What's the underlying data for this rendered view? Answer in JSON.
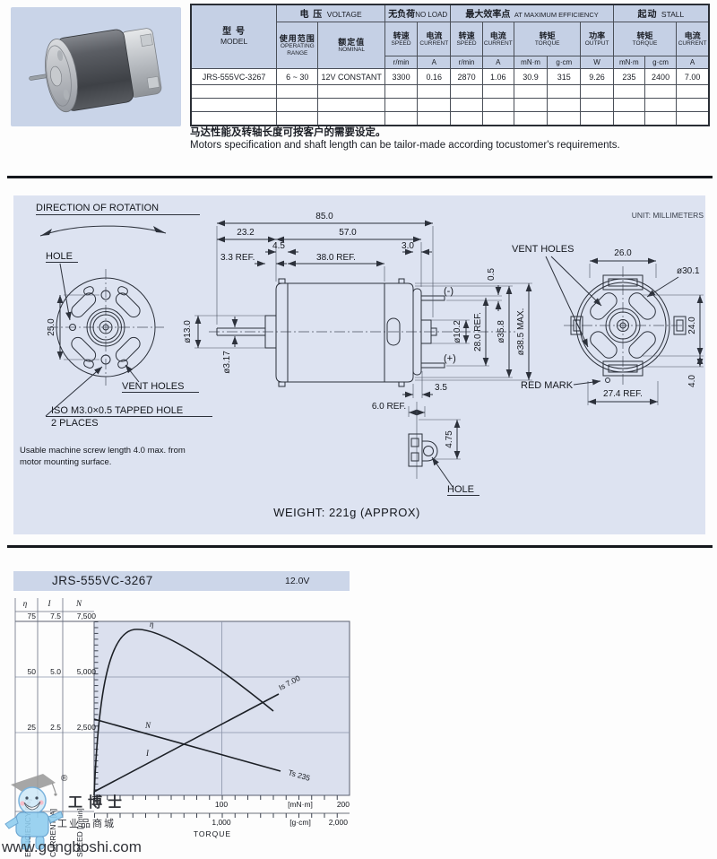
{
  "spec_table": {
    "model_zh": "型 号",
    "model_en": "MODEL",
    "voltage_zh": "电 压",
    "voltage_en": "VOLTAGE",
    "noload_zh": "无负荷",
    "noload_en": "NO LOAD",
    "maxeff_zh": "最大效率点",
    "maxeff_en": "AT MAXIMUM EFFICIENCY",
    "stall_zh": "起动",
    "stall_en": "STALL",
    "operating_zh": "使用范围",
    "operating_en": "OPERATING RANGE",
    "nominal_zh": "额定值",
    "nominal_en": "NOMINAL",
    "speed_zh": "转速",
    "speed_en": "SPEED",
    "current_zh": "电流",
    "current_en": "CURRENT",
    "torque_zh": "转矩",
    "torque_en": "TORQUE",
    "output_zh": "功率",
    "output_en": "OUTPUT",
    "unit_rmin": "r/min",
    "unit_a": "A",
    "unit_mnm": "mN·m",
    "unit_gcm": "g·cm",
    "unit_w": "W",
    "row": {
      "model": "JRS-555VC-3267",
      "range": "6 ~ 30",
      "nominal": "12V CONSTANT",
      "nl_speed": "3300",
      "nl_current": "0.16",
      "me_speed": "2870",
      "me_current": "1.06",
      "me_torque_mnm": "30.9",
      "me_torque_gcm": "315",
      "output": "9.26",
      "st_torque_mnm": "235",
      "st_torque_gcm": "2400",
      "st_current": "7.00"
    }
  },
  "note_zh": "马达性能及转轴长度可按客户的需要设定。",
  "note_en": "Motors specification and shaft length can be tailor-made according tocustomer's requirements.",
  "drawing": {
    "unit_note": "UNIT: MILLIMETERS",
    "direction": "DIRECTION OF ROTATION",
    "hole": "HOLE",
    "vent_holes": "VENT HOLES",
    "iso1": "ISO M3.0×0.5 TAPPED HOLE",
    "iso2": "2 PLACES",
    "screw1": "Usable machine screw length 4.0 max. from",
    "screw2": "motor mounting surface.",
    "red_mark": "RED MARK",
    "minus": "(-)",
    "plus": "(+)",
    "weight": "WEIGHT: 221g (APPROX)",
    "dims": {
      "len85": "85.0",
      "len232": "23.2",
      "len57": "57.0",
      "len45": "4.5",
      "len30": "3.0",
      "ref33": "3.3 REF.",
      "ref38": "38.0 REF.",
      "gap05": "0.5",
      "dia13": "ø13.0",
      "dia317": "ø3.17",
      "dia102": "ø10.2",
      "ref28": "28.0 REF.",
      "dia358": "ø35.8",
      "dia385": "ø38.5 MAX.",
      "d25": "25.0",
      "d26": "26.0",
      "dia301": "ø30.1",
      "d24": "24.0",
      "d4": "4.0",
      "ref274": "27.4 REF.",
      "d35": "3.5",
      "ref60": "6.0 REF.",
      "d475": "4.75"
    }
  },
  "chart": {
    "title": "JRS-555VC-3267",
    "voltage": "12.0V",
    "eta": "η",
    "i": "I",
    "n": "N",
    "eta75": "75",
    "eta50": "50",
    "eta25": "25",
    "i75": "7.5",
    "i50": "5.0",
    "i25": "2.5",
    "n75": "7,500",
    "n50": "5,000",
    "n25": "2,500",
    "x100": "100",
    "x200": "200",
    "xunit1": "[mN·m]",
    "g1000": "1,000",
    "g2000": "2,000",
    "xunit2": "[g·cm]",
    "xlabel": "TORQUE",
    "ylab_eff": "EFFICIENCY [%]",
    "ylab_cur": "CURRENT [A]",
    "ylab_spd": "SPEED [r/min]",
    "lbl_eta": "η",
    "lbl_n": "N",
    "lbl_i": "I",
    "lbl_is": "Is 7.00",
    "lbl_ts": "Ts 235"
  },
  "chart_data": {
    "type": "line",
    "title": "JRS-555VC-3267",
    "subtitle": "12.0V",
    "xlabel": "TORQUE",
    "x_units": [
      "mN·m",
      "g·cm"
    ],
    "x_range_mnm": [
      0,
      200
    ],
    "x_range_gcm": [
      0,
      2000
    ],
    "x_ticks_mnm": [
      100,
      200
    ],
    "x_ticks_gcm": [
      1000,
      2000
    ],
    "y_axes": [
      {
        "symbol": "η",
        "name": "EFFICIENCY [%]",
        "range": [
          0,
          75
        ],
        "ticks": [
          25,
          50,
          75
        ]
      },
      {
        "symbol": "I",
        "name": "CURRENT [A]",
        "range": [
          0,
          7.5
        ],
        "ticks": [
          2.5,
          5.0,
          7.5
        ]
      },
      {
        "symbol": "N",
        "name": "SPEED [r/min]",
        "range": [
          0,
          7500
        ],
        "ticks": [
          2500,
          5000,
          7500
        ]
      }
    ],
    "gridlines": {
      "horizontal_at_n": [
        2500,
        5000,
        7500
      ],
      "vertical_at_mnm": [
        100
      ]
    },
    "legend_position": "none",
    "series": [
      {
        "name": "η",
        "axis": "EFFICIENCY [%]",
        "x_mnm": [
          0,
          5,
          12,
          22,
          34,
          60,
          100,
          140
        ],
        "y": [
          0,
          38,
          58,
          69,
          72,
          64,
          50,
          36
        ]
      },
      {
        "name": "N",
        "axis": "SPEED [r/min]",
        "x_mnm": [
          0,
          145
        ],
        "y": [
          3300,
          1050
        ],
        "annotation": "Ts 235 (stall torque, line labelled at end)"
      },
      {
        "name": "I",
        "axis": "CURRENT [A]",
        "x_mnm": [
          0,
          143
        ],
        "y": [
          0.16,
          4.3
        ],
        "annotation": "Is 7.00 (stall current, line labelled at end)"
      }
    ]
  },
  "watermark": {
    "reg": "®",
    "brand": "工博士",
    "sub": "工业品商城",
    "url": "www.gongboshi.com"
  }
}
